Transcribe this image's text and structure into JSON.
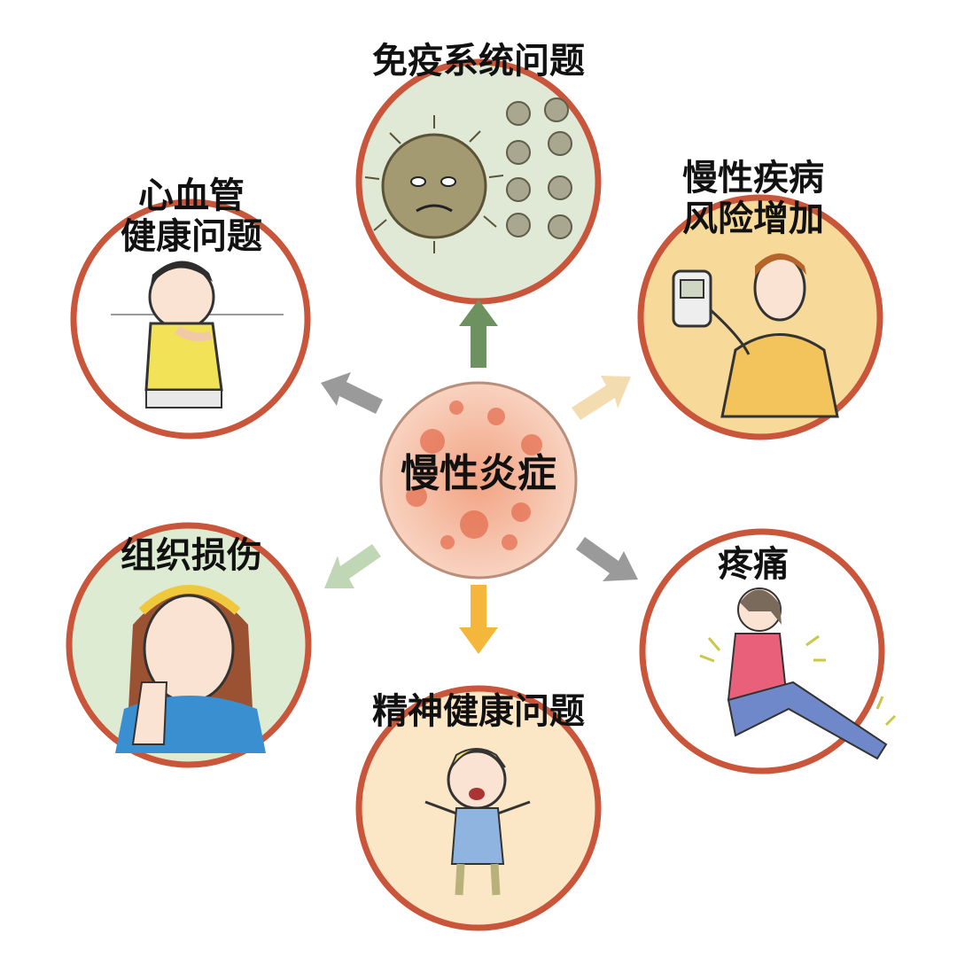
{
  "center": {
    "label": "慢性炎症"
  },
  "nodes": {
    "immune": {
      "label": "免疫系统问题"
    },
    "cardio": {
      "label": "心血管\n健康问题"
    },
    "chronic": {
      "label": "慢性疾病\n风险增加"
    },
    "tissue": {
      "label": "组织损伤"
    },
    "pain": {
      "label": "疼痛"
    },
    "mental": {
      "label": "精神健康问题"
    }
  },
  "colors": {
    "ring": "#c9553a",
    "arrow_green": "#6e9160",
    "arrow_peach": "#f3dcb0",
    "arrow_gray": "#9a9a9a",
    "arrow_lightgreen": "#bfd7b4",
    "arrow_yellow": "#f4b73c",
    "fill_immune": "#dfe9d5",
    "fill_cardio": "#ffffff",
    "fill_chronic": "#f7d99a",
    "fill_tissue": "#dcebd1",
    "fill_pain": "#ffffff",
    "fill_mental": "#fbe7c6",
    "fill_center": "#f6c9b0"
  }
}
